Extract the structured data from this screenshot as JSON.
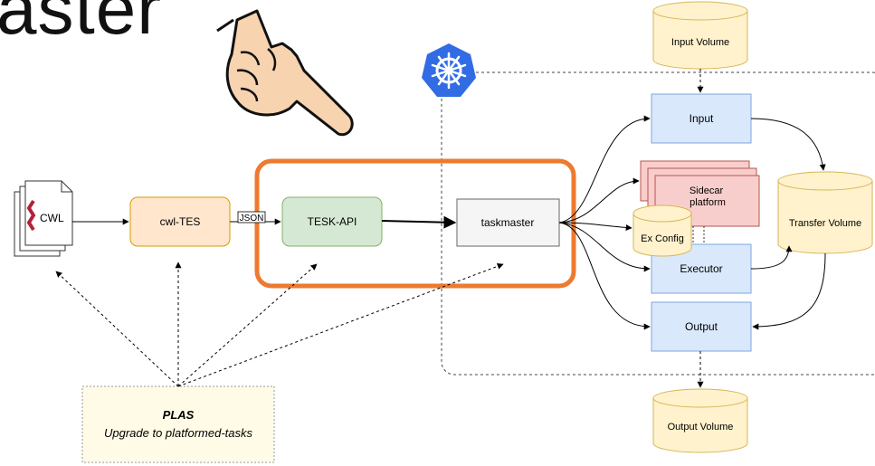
{
  "slide_title_fragment": "aster",
  "colors": {
    "highlight_frame": "#ee7a2f",
    "k8s_logo": "#326ce5",
    "blue_box_fill": "#dae8fc",
    "blue_box_stroke": "#7ea6e0",
    "green_fill": "#d5e8d4",
    "green_stroke": "#82b366",
    "orange_fill": "#ffe6cc",
    "orange_stroke": "#d79b00",
    "red_fill": "#f8cecc",
    "red_stroke": "#b85450",
    "volume_fill": "#fff2cc",
    "volume_stroke": "#d6b656",
    "grey_fill": "#f5f5f5",
    "plas_fill": "#fffbe6"
  },
  "icons": {
    "hand": "pointing-hand-icon",
    "kubernetes": "kubernetes-icon",
    "cwl_document": "document-stack-icon"
  },
  "nodes": {
    "cwl_doc": "CWL",
    "cwl_tes": "cwl-TES",
    "json_label": "JSON",
    "tesk_api": "TESK-API",
    "taskmaster": "taskmaster",
    "input_volume": "Input Volume",
    "input": "Input",
    "sidecar": "Sidecar\nplatform",
    "ex_config": "Ex Config",
    "executor": "Executor",
    "output": "Output",
    "transfer_volume": "Transfer Volume",
    "output_volume": "Output Volume"
  },
  "plas": {
    "title": "PLAS",
    "subtitle": "Upgrade to platformed-tasks"
  }
}
